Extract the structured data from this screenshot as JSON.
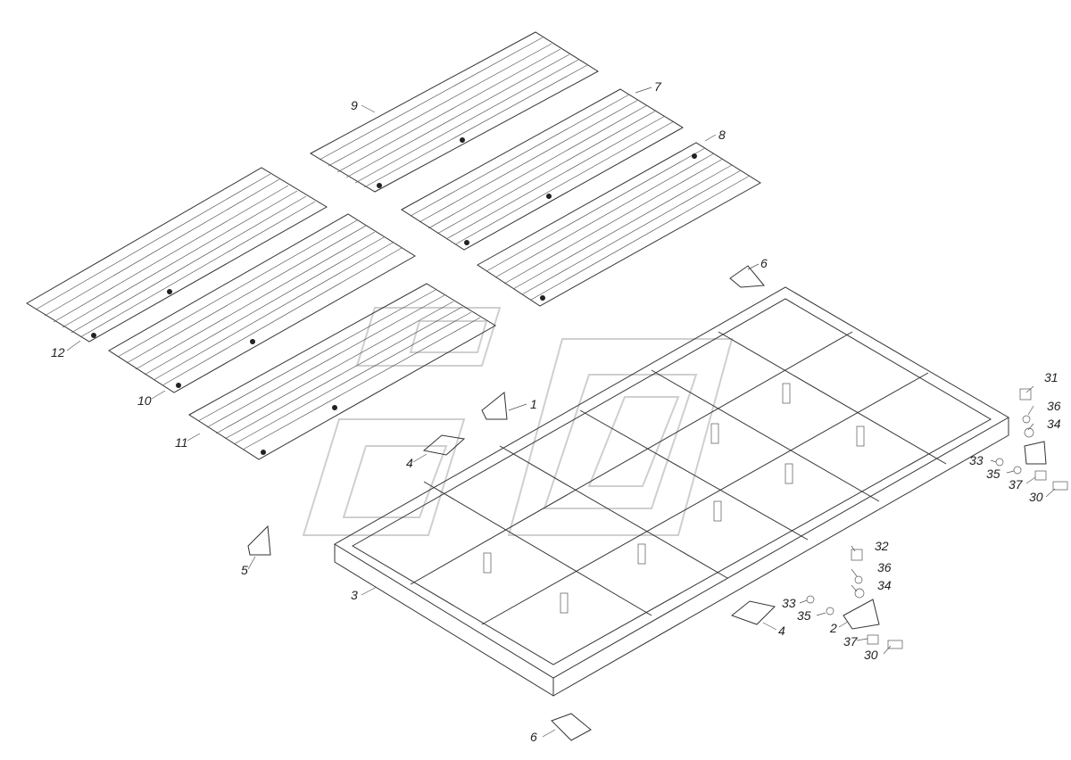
{
  "drawing": {
    "background": "#ffffff",
    "line_color": "#333333",
    "watermark_color": "#cfcfcf"
  },
  "labels": [
    {
      "id": "9",
      "text": "9"
    },
    {
      "id": "7",
      "text": "7"
    },
    {
      "id": "8",
      "text": "8"
    },
    {
      "id": "6a",
      "text": "6"
    },
    {
      "id": "12",
      "text": "12"
    },
    {
      "id": "10",
      "text": "10"
    },
    {
      "id": "11",
      "text": "11"
    },
    {
      "id": "1",
      "text": "1"
    },
    {
      "id": "4a",
      "text": "4"
    },
    {
      "id": "5",
      "text": "5"
    },
    {
      "id": "3",
      "text": "3"
    },
    {
      "id": "31",
      "text": "31"
    },
    {
      "id": "36a",
      "text": "36"
    },
    {
      "id": "34a",
      "text": "34"
    },
    {
      "id": "33a",
      "text": "33"
    },
    {
      "id": "35a",
      "text": "35"
    },
    {
      "id": "37a",
      "text": "37"
    },
    {
      "id": "30a",
      "text": "30"
    },
    {
      "id": "32",
      "text": "32"
    },
    {
      "id": "36b",
      "text": "36"
    },
    {
      "id": "34b",
      "text": "34"
    },
    {
      "id": "33b",
      "text": "33"
    },
    {
      "id": "35b",
      "text": "35"
    },
    {
      "id": "2",
      "text": "2"
    },
    {
      "id": "4b",
      "text": "4"
    },
    {
      "id": "37b",
      "text": "37"
    },
    {
      "id": "30b",
      "text": "30"
    },
    {
      "id": "6b",
      "text": "6"
    }
  ]
}
